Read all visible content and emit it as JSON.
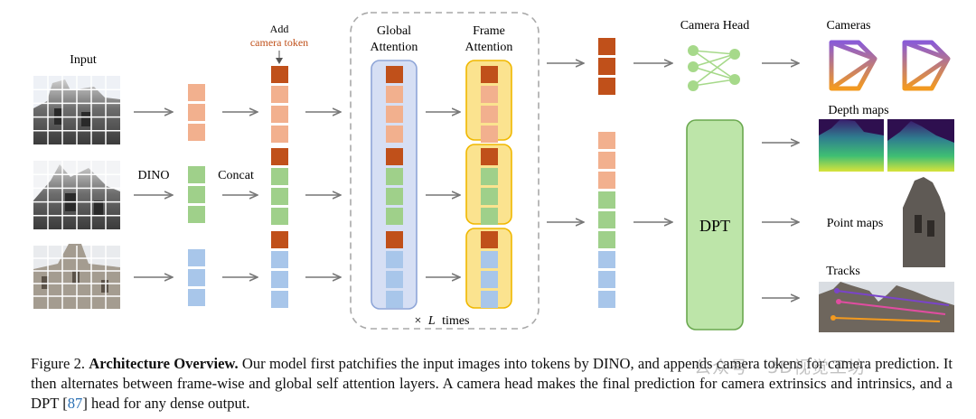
{
  "figure": {
    "input_label": "Input",
    "dino_label": "DINO",
    "concat_label": "Concat",
    "add_label": "Add",
    "camera_token_label": "camera token",
    "global_attention_label": [
      "Global",
      "Attention"
    ],
    "frame_attention_label": [
      "Frame",
      "Attention"
    ],
    "times_prefix": "×",
    "times_var": "L",
    "times_suffix": "times",
    "camera_head_label": "Camera Head",
    "dpt_label": "DPT",
    "cameras_label": "Cameras",
    "depth_maps_label": "Depth maps",
    "point_maps_label": "Point maps",
    "tracks_label": "Tracks",
    "colors": {
      "camera_token": "#c0501a",
      "orange": "#f2b08e",
      "green": "#9fd08a",
      "blue": "#a8c6ea",
      "global_block": "#d6dff4",
      "global_border": "#8fa6d8",
      "frame_block": "#fbe38f",
      "frame_border": "#f0b800",
      "dpt_fill": "#bde5a9",
      "dpt_border": "#6aa84f",
      "camera_head": "#a6d98a",
      "arrow": "#777777",
      "camera_top": "#8a5bd6",
      "camera_bottom": "#f39a1f",
      "token_label_color": "#c0501a"
    }
  },
  "caption": {
    "figure_number": "Figure 2.",
    "title": "Architecture Overview.",
    "line1": "Our model first patchifies the input images into tokens by DINO, and appends camera tokens for camera",
    "line2": "prediction. It then alternates between frame-wise and global self attention layers. A camera head makes the final prediction for camera",
    "line3_a": "extrinsics and intrinsics, and a DPT [",
    "line3_ref": "87",
    "line3_b": "] head for any dense output."
  },
  "watermark": "公众号 · 3D视觉工坊"
}
